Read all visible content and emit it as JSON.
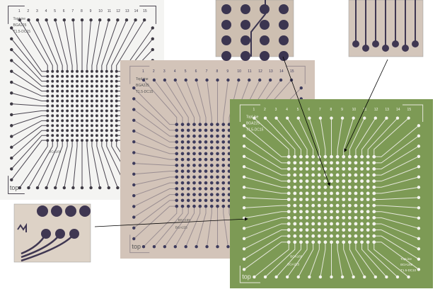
{
  "boards": [
    {
      "name": "white-board",
      "labels": [
        "TopLine",
        "BGA225",
        "T1.5-DC15"
      ],
      "corner_label": "top",
      "inner_label": "BGA169",
      "colors": {
        "bg": "#f4f4f2",
        "trace": "#4a4550",
        "pad": "#3e3a44"
      }
    },
    {
      "name": "tan-board",
      "labels": [
        "TopLine",
        "BGA225",
        "T1.5-DC15"
      ],
      "corner_label": "top",
      "inner_label": "BGA169",
      "inner_label2": "BGA225",
      "colors": {
        "bg": "#d3c4b9",
        "trace": "#9a8e92",
        "pad": "#3d3b5c"
      }
    },
    {
      "name": "green-board",
      "labels": [
        "TopLine",
        "BGA225",
        "T1.5-DC15"
      ],
      "corner_label": "top",
      "inner_label": "BGA169",
      "inner_label2": "BGA225",
      "br_labels": [
        "TopLine",
        "BGA169",
        "T1.5-DC10"
      ],
      "colors": {
        "bg": "#7d9a55",
        "trace": "#e6e8dc",
        "pad": "#f4f4ee"
      }
    }
  ],
  "column_numbers": [
    "1",
    "2",
    "3",
    "4",
    "5",
    "6",
    "7",
    "8",
    "9",
    "10",
    "11",
    "12",
    "13",
    "14",
    "15"
  ],
  "insets": [
    {
      "name": "inset-dot-grid",
      "colors": {
        "bg": "#cdbfb1",
        "pad": "#3b3550"
      }
    },
    {
      "name": "inset-traces",
      "colors": {
        "bg": "#d3c6bb",
        "pad": "#3f3752"
      }
    },
    {
      "name": "inset-edge-pads",
      "colors": {
        "bg": "#ddd2c6",
        "pad": "#3f3752"
      }
    }
  ]
}
